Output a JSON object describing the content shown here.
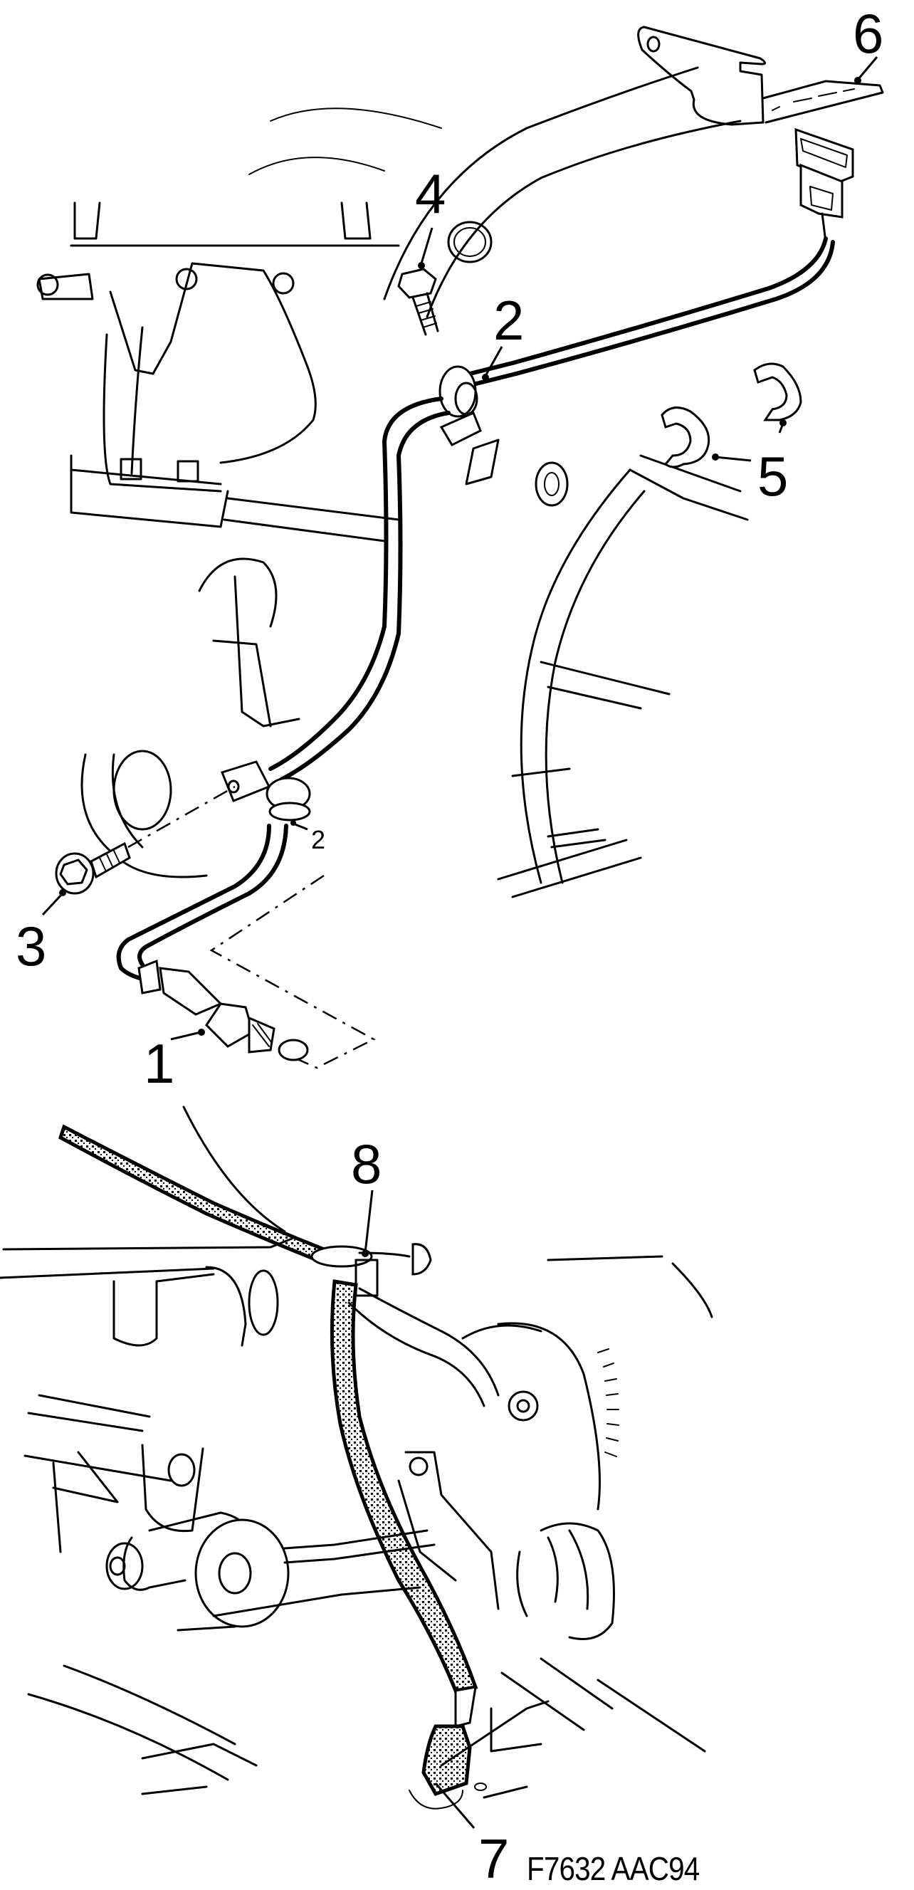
{
  "figure": {
    "reference_code": "F7632 AAC94",
    "upper_view": {
      "description": "Exhaust manifold with oxygen sensor cable routing",
      "callouts": [
        {
          "id": "1",
          "label": "1",
          "part": "oxygen-sensor"
        },
        {
          "id": "2",
          "label": "2",
          "part": "cable-clip"
        },
        {
          "id": "2b",
          "label": "2",
          "part": "cable-clip-lower"
        },
        {
          "id": "3",
          "label": "3",
          "part": "clip-bolt"
        },
        {
          "id": "4",
          "label": "4",
          "part": "clip-bolt-upper"
        },
        {
          "id": "5",
          "label": "5",
          "part": "cable-grommets"
        },
        {
          "id": "6",
          "label": "6",
          "part": "connector-bracket"
        }
      ]
    },
    "lower_view": {
      "description": "Underside view with sensor cable and protective sleeve",
      "callouts": [
        {
          "id": "7",
          "label": "7",
          "part": "oxygen-sensor-installed"
        },
        {
          "id": "8",
          "label": "8",
          "part": "cable-tie"
        }
      ]
    }
  },
  "colors": {
    "ink": "#000000",
    "paper": "#ffffff"
  }
}
